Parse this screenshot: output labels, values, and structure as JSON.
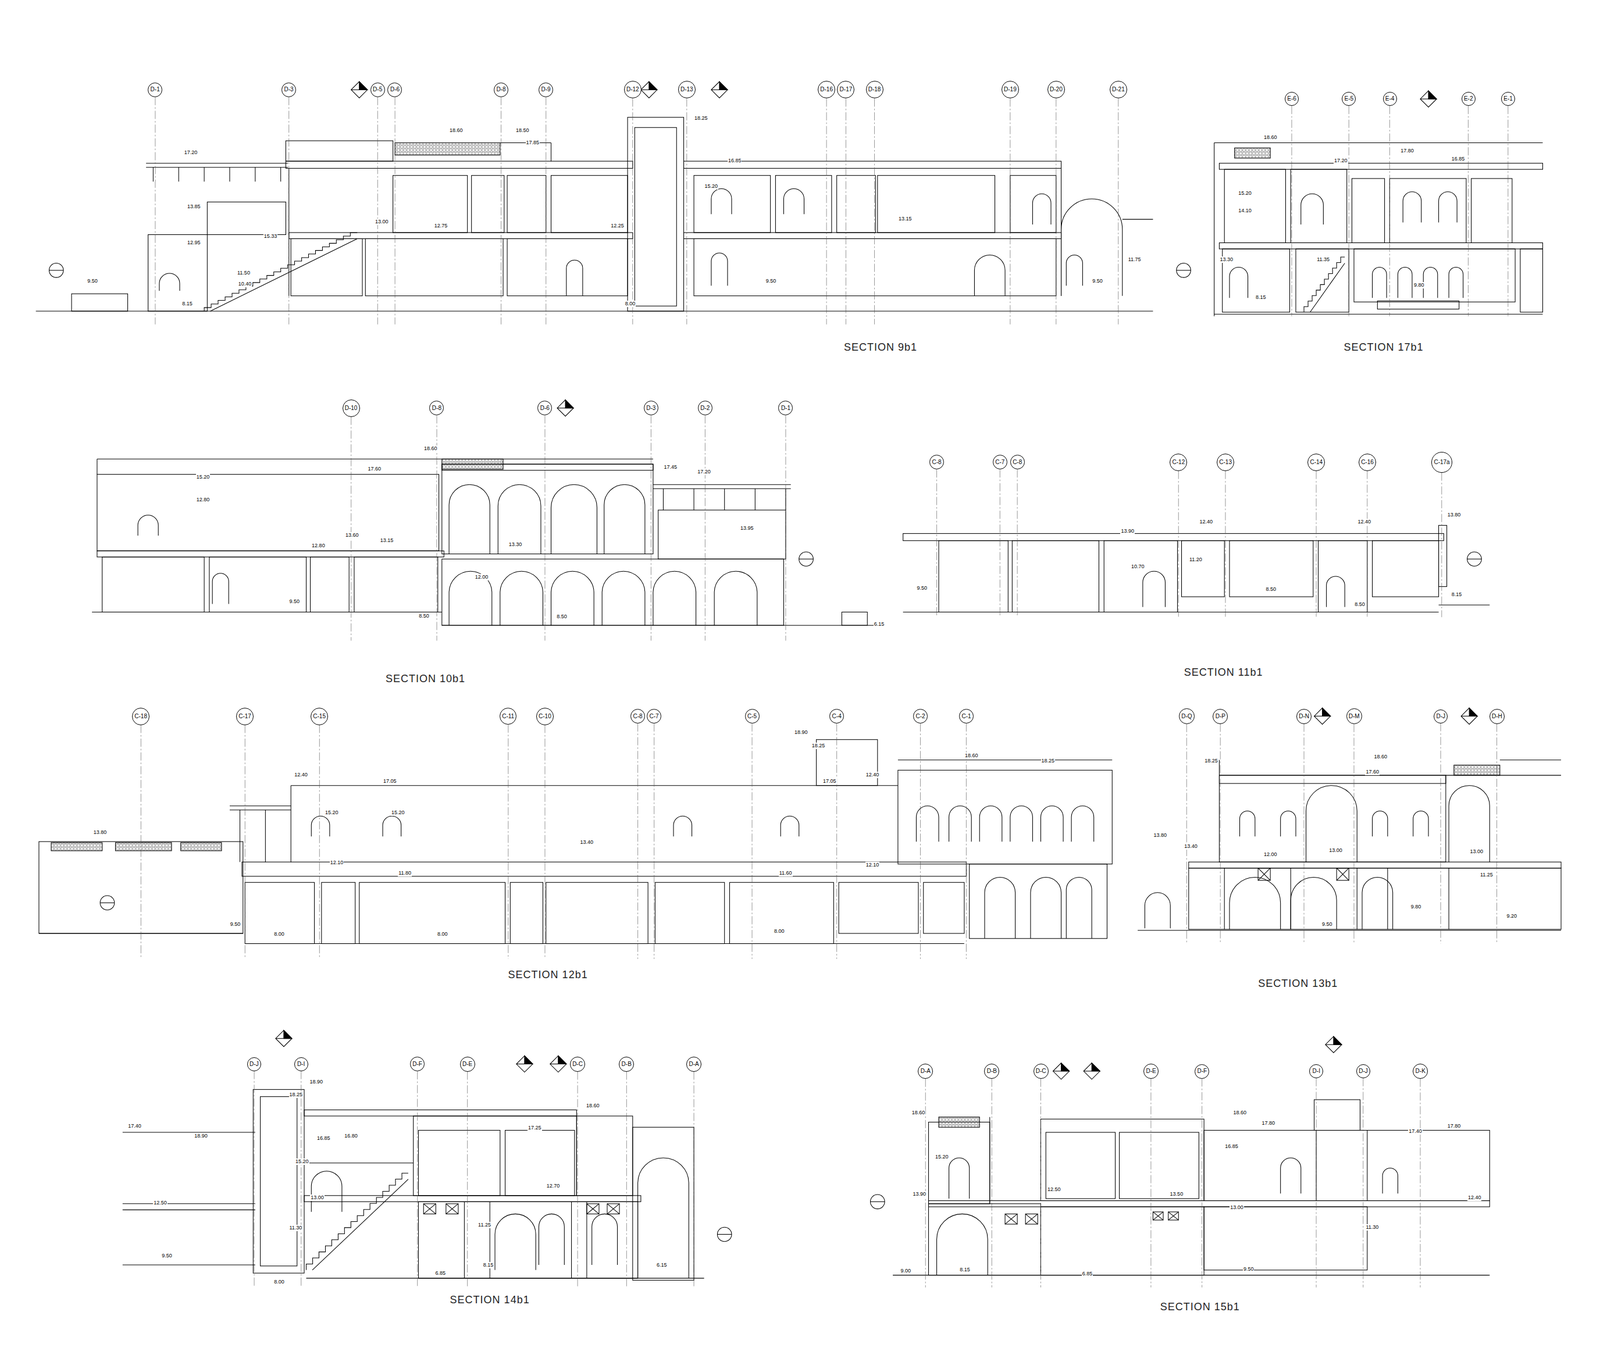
{
  "diagram": {
    "nodes": [
      {
        "text": [
          "D-1"
        ]
      },
      {
        "text": [
          "D-3"
        ]
      },
      {
        "text": [
          "D-5"
        ]
      },
      {
        "text": [
          "D-6"
        ]
      },
      {
        "text": [
          "D-8"
        ]
      },
      {
        "text": [
          "D-9"
        ]
      },
      {
        "text": [
          "D-12"
        ]
      },
      {
        "text": [
          "D-13"
        ]
      },
      {
        "text": [
          "D-16"
        ]
      },
      {
        "text": [
          "D-17"
        ]
      },
      {
        "text": [
          "D-18"
        ]
      },
      {
        "text": [
          "D-19"
        ]
      },
      {
        "text": [
          "D-20"
        ]
      },
      {
        "text": [
          "D-21"
        ]
      },
      {
        "text": [
          "E-6"
        ]
      },
      {
        "text": [
          "E-5"
        ]
      },
      {
        "text": [
          "E-4"
        ]
      },
      {
        "text": [
          "E-2"
        ]
      },
      {
        "text": [
          "E-1"
        ]
      },
      {
        "text": [
          "D-10"
        ]
      },
      {
        "text": [
          "D-8"
        ]
      },
      {
        "text": [
          "D-6"
        ]
      },
      {
        "text": [
          "D-3"
        ]
      },
      {
        "text": [
          "D-2"
        ]
      },
      {
        "text": [
          "D-1"
        ]
      },
      {
        "text": [
          "C-8"
        ]
      },
      {
        "text": [
          "C-7"
        ]
      },
      {
        "text": [
          "C-8"
        ]
      },
      {
        "text": [
          "C-12"
        ]
      },
      {
        "text": [
          "C-13"
        ]
      },
      {
        "text": [
          "C-14"
        ]
      },
      {
        "text": [
          "C-16"
        ]
      },
      {
        "text": [
          "C-17a"
        ]
      },
      {
        "text": [
          "C-18"
        ]
      },
      {
        "text": [
          "C-17"
        ]
      },
      {
        "text": [
          "C-15"
        ]
      },
      {
        "text": [
          "C-11"
        ]
      },
      {
        "text": [
          "C-10"
        ]
      },
      {
        "text": [
          "C-8"
        ]
      },
      {
        "text": [
          "C-7"
        ]
      },
      {
        "text": [
          "C-5"
        ]
      },
      {
        "text": [
          "C-4"
        ]
      },
      {
        "text": [
          "C-2"
        ]
      },
      {
        "text": [
          "C-1"
        ]
      },
      {
        "text": [
          "D-Q"
        ]
      },
      {
        "text": [
          "D-P"
        ]
      },
      {
        "text": [
          "D-N"
        ]
      },
      {
        "text": [
          "D-M"
        ]
      },
      {
        "text": [
          "D-J"
        ]
      },
      {
        "text": [
          "D-H"
        ]
      },
      {
        "text": [
          "D-J"
        ]
      },
      {
        "text": [
          "D-I"
        ]
      },
      {
        "text": [
          "D-F"
        ]
      },
      {
        "text": [
          "D-E"
        ]
      },
      {
        "text": [
          "D-C"
        ]
      },
      {
        "text": [
          "D-B"
        ]
      },
      {
        "text": [
          "D-A"
        ]
      },
      {
        "text": [
          "D-A"
        ]
      },
      {
        "text": [
          "D-B"
        ]
      },
      {
        "text": [
          "D-C"
        ]
      },
      {
        "text": [
          "D-E"
        ]
      },
      {
        "text": [
          "D-F"
        ]
      },
      {
        "text": [
          "D-I"
        ]
      },
      {
        "text": [
          "D-J"
        ]
      },
      {
        "text": [
          "D-K"
        ]
      }
    ],
    "labels": [
      "SECTION 9b1",
      "SECTION 17b1",
      "SECTION 10b1",
      "SECTION 11b1",
      "SECTION 12b1",
      "SECTION 13b1",
      "SECTION 14b1",
      "SECTION 15b1",
      "18.60",
      "18.50",
      "17.20",
      "18.25",
      "16.85",
      "17.85",
      "13.85",
      "15.33",
      "12.95",
      "11.50",
      "10.40",
      "9.50",
      "8.15",
      "15.20",
      "13.00",
      "12.75",
      "12.25",
      "13.15",
      "8.00",
      "9.50",
      "9.50",
      "11.75",
      "18.60",
      "17.20",
      "17.80",
      "16.85",
      "15.20",
      "14.10",
      "13.30",
      "11.35",
      "9.80",
      "8.15",
      "18.60",
      "17.60",
      "17.45",
      "17.20",
      "15.20",
      "12.80",
      "13.60",
      "13.15",
      "12.80",
      "13.30",
      "12.00",
      "13.95",
      "9.50",
      "8.50",
      "8.50",
      "6.15",
      "13.90",
      "12.40",
      "12.40",
      "13.80",
      "10.70",
      "11.20",
      "8.50",
      "9.50",
      "8.50",
      "8.15",
      "18.90",
      "18.25",
      "18.60",
      "18.25",
      "17.05",
      "17.05",
      "12.40",
      "12.40",
      "15.20",
      "15.20",
      "13.80",
      "13.40",
      "12.10",
      "11.80",
      "11.60",
      "12.10",
      "9.50",
      "8.00",
      "8.00",
      "8.00",
      "18.25",
      "18.60",
      "17.60",
      "13.80",
      "13.40",
      "12.00",
      "13.00",
      "13.00",
      "11.25",
      "9.80",
      "9.50",
      "9.20",
      "18.90",
      "18.25",
      "17.40",
      "18.90",
      "16.85",
      "16.80",
      "15.20",
      "13.00",
      "12.50",
      "11.30",
      "9.50",
      "8.00",
      "17.25",
      "18.60",
      "12.70",
      "11.25",
      "6.85",
      "8.15",
      "6.15",
      "18.60",
      "18.60",
      "17.80",
      "16.85",
      "17.40",
      "17.80",
      "15.20",
      "13.90",
      "12.50",
      "13.50",
      "13.00",
      "12.40",
      "11.30",
      "9.00",
      "8.15",
      "6.85",
      "9.50"
    ]
  }
}
